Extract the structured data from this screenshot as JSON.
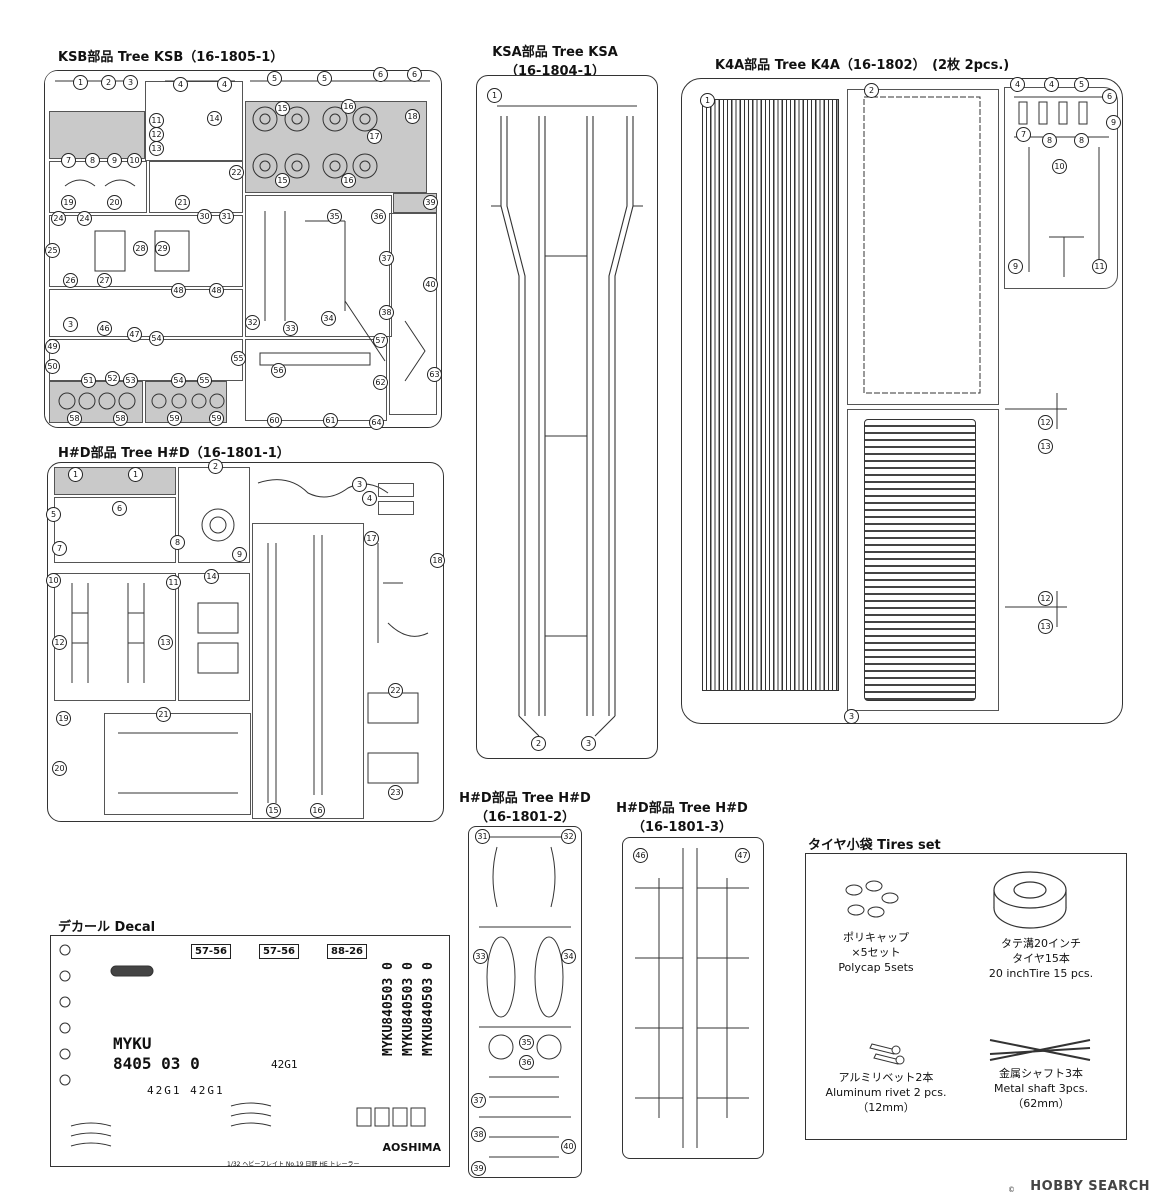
{
  "trees": {
    "ksb": {
      "title": "KSB部品 Tree KSB（16-1805-1）"
    },
    "ksa": {
      "title": "KSA部品 Tree KSA",
      "code": "（16-1804-1）"
    },
    "k4a": {
      "title": "K4A部品 Tree K4A（16-1802）　(2枚 2pcs.)"
    },
    "hd1": {
      "title": "H#D部品 Tree H#D（16-1801-1）"
    },
    "hd2": {
      "title": "H#D部品 Tree H#D",
      "code": "（16-1801-2）"
    },
    "hd3": {
      "title": "H#D部品 Tree H#D",
      "code": "（16-1801-3）"
    }
  },
  "decal": {
    "title": "デカール Decal",
    "plates": [
      "57-56",
      "57-56",
      "88-26"
    ],
    "container_no": "MYKU840503 0",
    "id_big": "MYKU",
    "id_big2": "8405 03 0",
    "code1": "42G1",
    "code2": "42G1 42G1",
    "brand": "AOSHIMA",
    "footer": "1/32 ヘビーフレイト No.19 日野 HE トレーラー"
  },
  "tires": {
    "title": "タイヤ小袋 Tires set",
    "polycap_jp": "ポリキャップ",
    "polycap_jp2": "×5セット",
    "polycap_en": "Polycap 5sets",
    "tire_jp": "タテ溝20インチ",
    "tire_jp2": "タイヤ15本",
    "tire_en": "20 inchTire 15 pcs.",
    "rivet_jp": "アルミリベット2本",
    "rivet_en": "Aluminum rivet 2 pcs.",
    "rivet_size": "（12mm）",
    "shaft_jp": "金属シャフト3本",
    "shaft_en": "Metal shaft 3pcs.",
    "shaft_size": "（62mm）"
  },
  "watermark": "HOBBY SEARCH",
  "copyright": "©"
}
